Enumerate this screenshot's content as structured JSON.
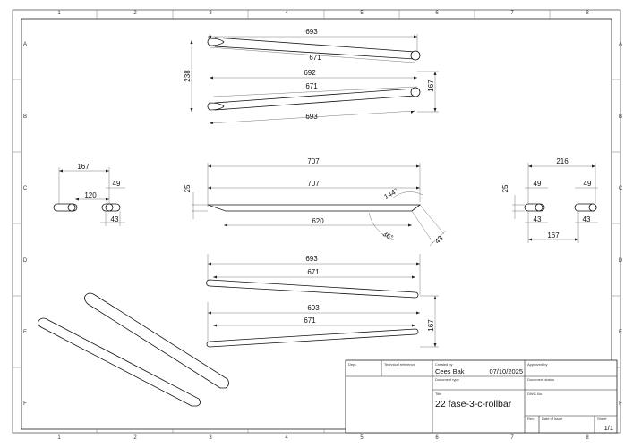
{
  "grid": {
    "columns": [
      "1",
      "2",
      "3",
      "4",
      "5",
      "6",
      "7",
      "8"
    ],
    "rows": [
      "A",
      "B",
      "C",
      "D",
      "E",
      "F"
    ]
  },
  "views": {
    "top_view": {
      "d1": "693",
      "d2": "671",
      "height": "238"
    },
    "top_view_2": {
      "d1": "692",
      "d2": "671",
      "d3": "693",
      "height": "167"
    },
    "left_end": {
      "d1": "167",
      "d2": "120",
      "d3": "49",
      "d4": "43"
    },
    "side_view": {
      "total": "707",
      "inner": "707",
      "tube": "620",
      "thickness": "25",
      "angle1": "144°",
      "angle2": "36°",
      "cut": "43"
    },
    "right_end": {
      "d1": "216",
      "d2": "25",
      "d3": "49",
      "d4": "49",
      "d5": "43",
      "d6": "43",
      "d7": "167"
    },
    "front_view": {
      "d1": "693",
      "d2": "671"
    },
    "front_view_2": {
      "d1": "693",
      "d2": "671",
      "height": "167"
    }
  },
  "title_block": {
    "dept_label": "Dept.",
    "tech_ref_label": "Technical reference",
    "created_by_label": "Created by",
    "created_by": "Cees Bak",
    "date": "07/10/2025",
    "approved_by_label": "Approved by",
    "doc_type_label": "Document type",
    "doc_status_label": "Document status",
    "title_label": "Title",
    "title": "22 fase-3-c-rollbar",
    "dwg_label": "DWG No.",
    "rev_label": "Rev.",
    "date_issue_label": "Date of issue",
    "sheet_label": "Sheet",
    "sheet": "1/1"
  }
}
